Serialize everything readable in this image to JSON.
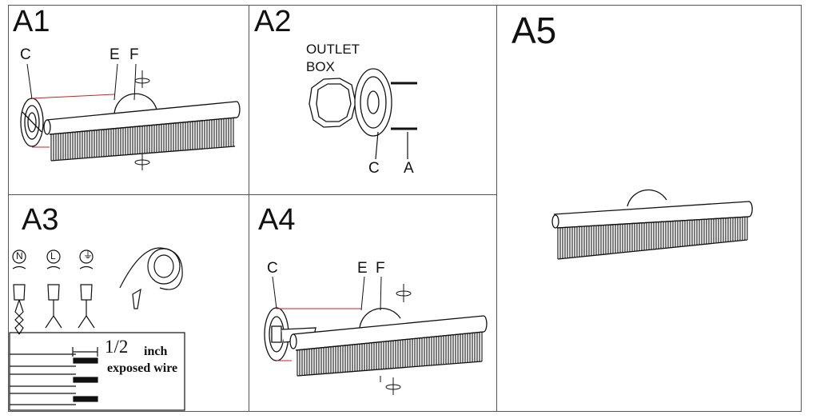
{
  "panels": {
    "a1": {
      "label": "A1",
      "callouts": {
        "c": "C",
        "e": "E",
        "f": "F"
      }
    },
    "a2": {
      "label": "A2",
      "outlet_line1": "OUTLET",
      "outlet_line2": "BOX",
      "callouts": {
        "c": "C",
        "a": "A"
      }
    },
    "a3": {
      "label": "A3",
      "symbols": {
        "neutral": "N",
        "live": "L",
        "ground": "⏚"
      },
      "fraction": "1/2",
      "unit": "inch",
      "caption": "exposed wire"
    },
    "a4": {
      "label": "A4",
      "callouts": {
        "c": "C",
        "e": "E",
        "f": "F"
      }
    },
    "a5": {
      "label": "A5"
    }
  },
  "colors": {
    "line": "#111111",
    "accent": "#cc2222",
    "border": "#555555"
  }
}
